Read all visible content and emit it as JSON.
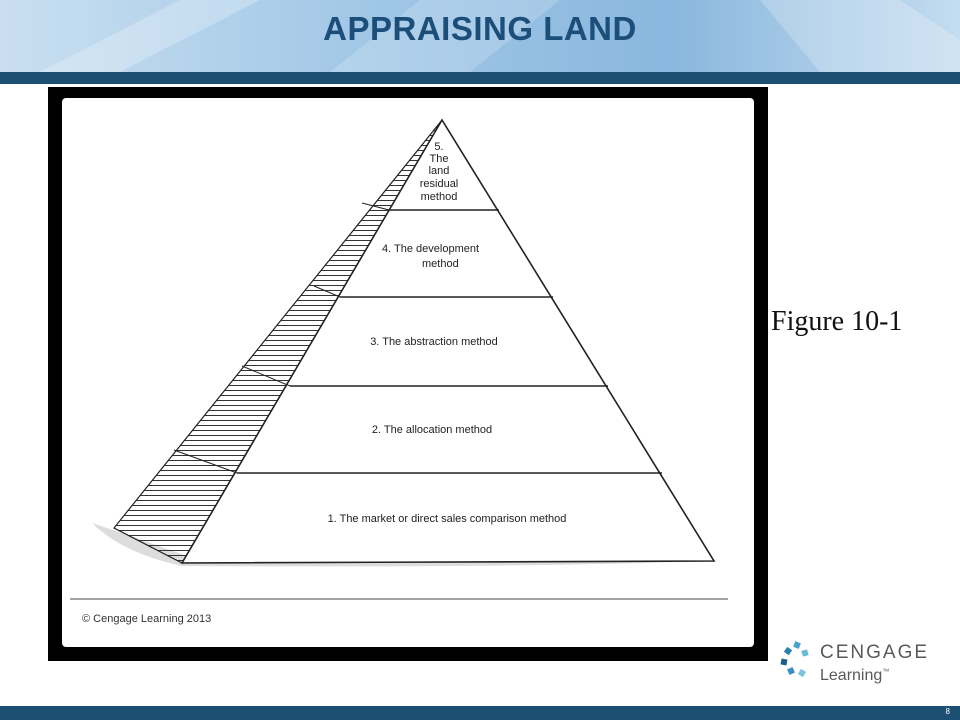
{
  "header": {
    "title": "APPRAISING LAND"
  },
  "figure": {
    "caption": "Figure 10-1",
    "copyright": "© Cengage Learning 2013",
    "tiers": [
      {
        "level": 5,
        "lines": [
          "5.",
          "The",
          "land",
          "residual",
          "method"
        ]
      },
      {
        "level": 4,
        "lines": [
          "4. The development",
          "method"
        ]
      },
      {
        "level": 3,
        "lines": [
          "3. The abstraction method"
        ]
      },
      {
        "level": 2,
        "lines": [
          "2. The allocation method"
        ]
      },
      {
        "level": 1,
        "lines": [
          "1. The market or direct sales comparison method"
        ]
      }
    ]
  },
  "logo": {
    "brand": "CENGAGE",
    "sub": "Learning",
    "tm": "™"
  },
  "footer": {
    "page_number": "8"
  },
  "colors": {
    "header_bar": "#1d4f73",
    "title": "#1b4e78"
  }
}
